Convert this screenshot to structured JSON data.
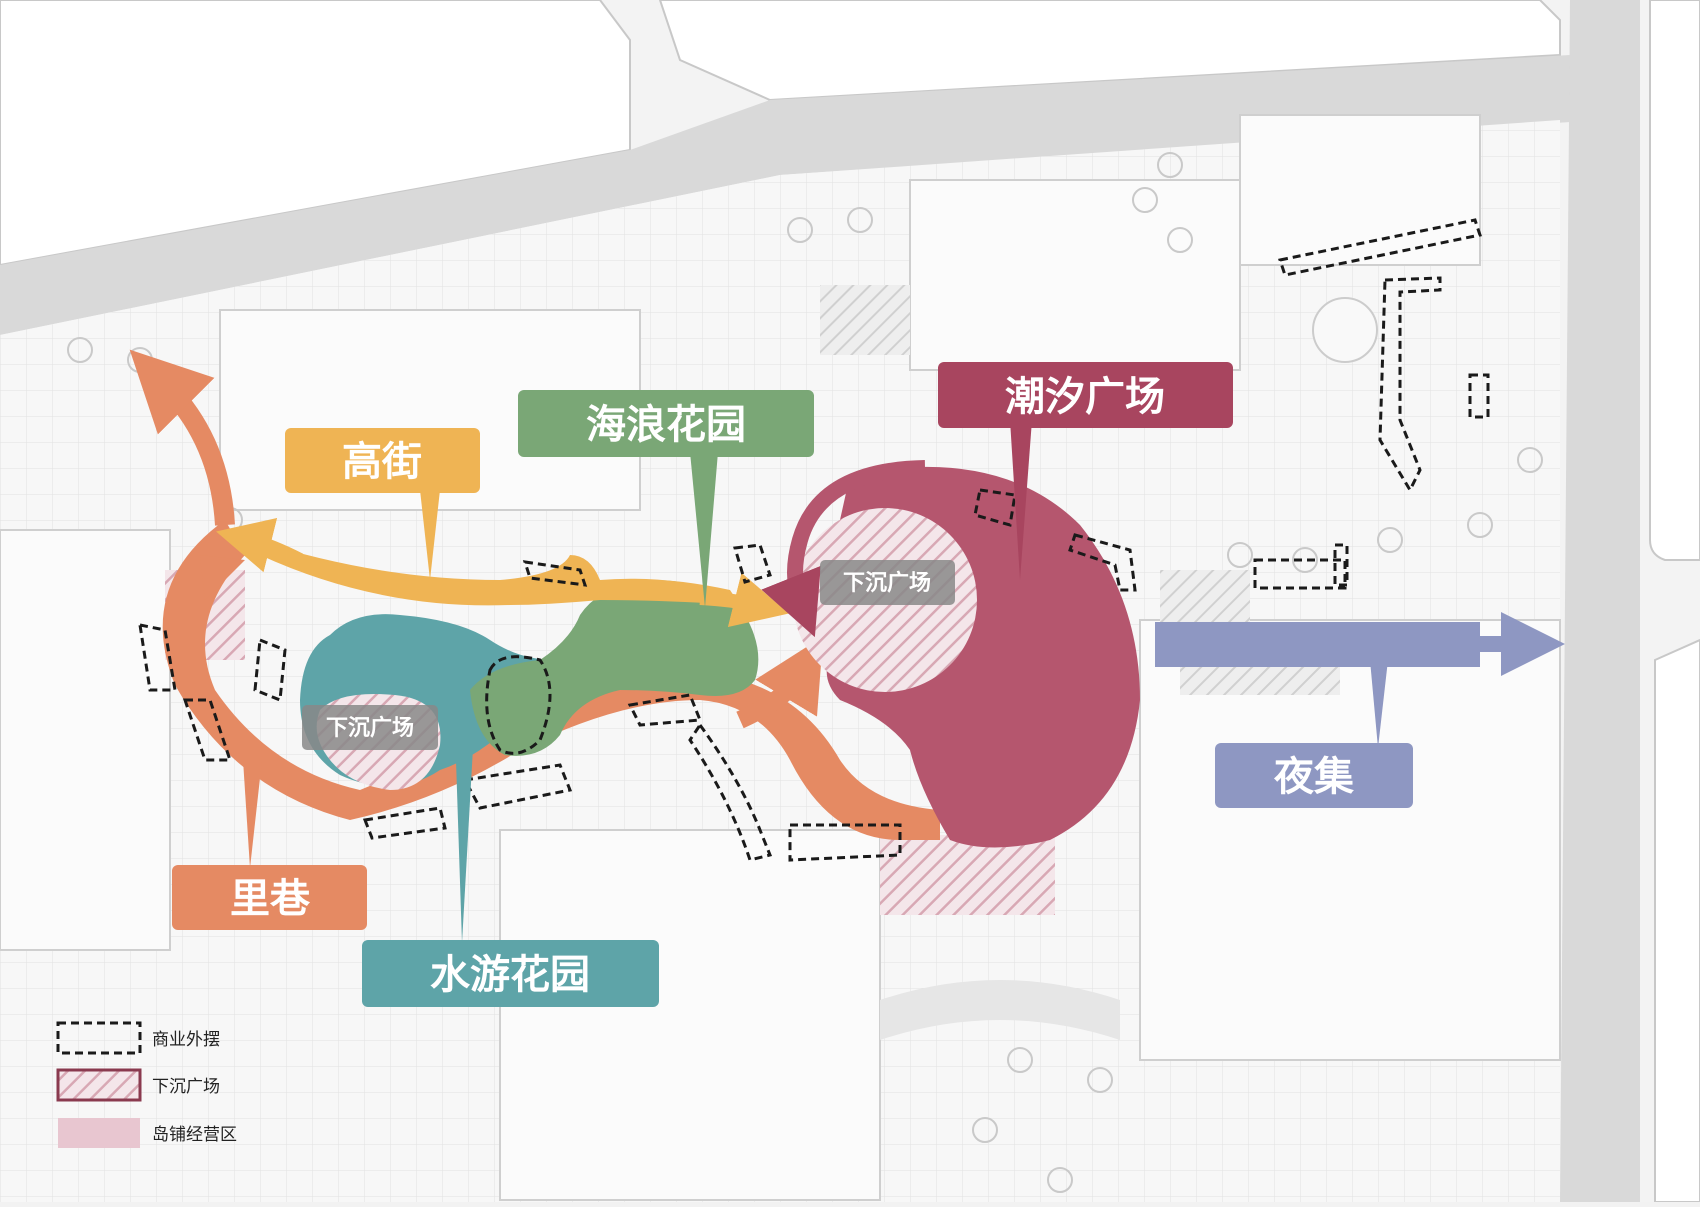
{
  "zones": {
    "gaojie": {
      "label": "高街",
      "color": "#efb454"
    },
    "hailang": {
      "label": "海浪花园",
      "color": "#7aa776"
    },
    "chaoxi": {
      "label": "潮汐广场",
      "color": "#a8455f"
    },
    "yeji": {
      "label": "夜集",
      "color": "#8e97c2"
    },
    "lixiang": {
      "label": "里巷",
      "color": "#e58a63"
    },
    "shuiyou": {
      "label": "水游花园",
      "color": "#5ea4a8"
    }
  },
  "sunken_plazas": [
    {
      "label": "下沉广场"
    },
    {
      "label": "下沉广场"
    }
  ],
  "legend": {
    "items": [
      {
        "label": "商业外摆",
        "kind": "dashed-box"
      },
      {
        "label": "下沉广场",
        "kind": "hatched-box"
      },
      {
        "label": "岛铺经营区",
        "kind": "pink-fill"
      }
    ]
  }
}
